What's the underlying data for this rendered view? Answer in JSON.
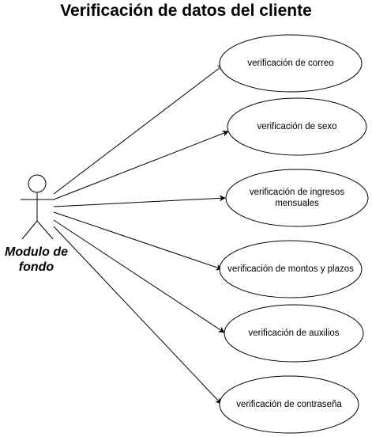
{
  "title": "Verificación de datos del cliente",
  "actor": {
    "name": "Modulo de fondo"
  },
  "use_cases": [
    {
      "id": "uc-correo",
      "label": "verificación de correo"
    },
    {
      "id": "uc-sexo",
      "label": "verificación de sexo"
    },
    {
      "id": "uc-ingresos",
      "label": "verificación de ingresos mensuales"
    },
    {
      "id": "uc-montos",
      "label": "verificación de montos y plazos"
    },
    {
      "id": "uc-auxilios",
      "label": "verificación de auxilios"
    },
    {
      "id": "uc-contrasena",
      "label": "verificación de contraseña"
    }
  ],
  "colors": {
    "stroke": "#000000",
    "fill": "#ffffff",
    "text": "#000000"
  }
}
